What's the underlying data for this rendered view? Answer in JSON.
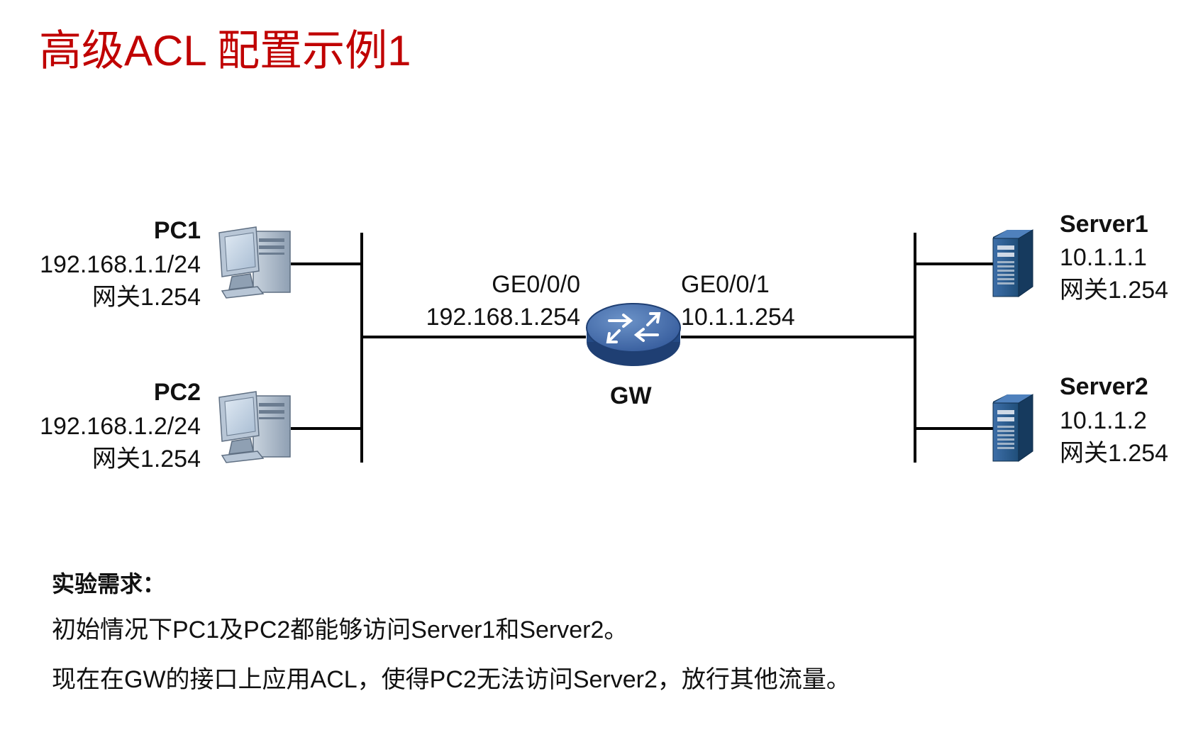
{
  "title": "高级ACL 配置示例1",
  "devices": {
    "pc1": {
      "name": "PC1",
      "ip": "192.168.1.1/24",
      "gateway": "网关1.254"
    },
    "pc2": {
      "name": "PC2",
      "ip": "192.168.1.2/24",
      "gateway": "网关1.254"
    },
    "server1": {
      "name": "Server1",
      "ip": "10.1.1.1",
      "gateway": "网关1.254"
    },
    "server2": {
      "name": "Server2",
      "ip": "10.1.1.2",
      "gateway": "网关1.254"
    },
    "gw": {
      "name": "GW",
      "if_left": "GE0/0/0",
      "ip_left": "192.168.1.254",
      "if_right": "GE0/0/1",
      "ip_right": "10.1.1.254"
    }
  },
  "requirements": {
    "title": "实验需求：",
    "lines": [
      "初始情况下PC1及PC2都能够访问Server1和Server2。",
      "现在在GW的接口上应用ACL，使得PC2无法访问Server2，放行其他流量。"
    ]
  },
  "colors": {
    "title": "#c00000",
    "router": "#2f5597",
    "pc": "#9fb3c8",
    "server": "#1f4e79"
  },
  "icons": {
    "pc": "pc-icon",
    "server": "server-icon",
    "router": "router-icon"
  }
}
